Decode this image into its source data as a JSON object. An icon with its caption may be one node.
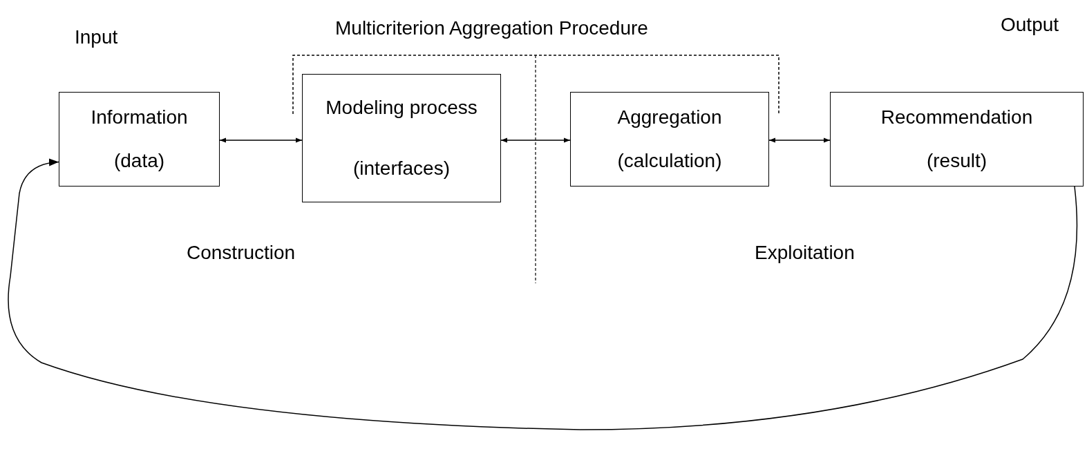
{
  "diagram": {
    "nodes": [
      {
        "text": [
          "Information",
          "(data)"
        ]
      },
      {
        "text": [
          "Modeling process",
          "(interfaces)"
        ]
      },
      {
        "text": [
          "Aggregation",
          "(calculation)"
        ]
      },
      {
        "text": [
          "Recommendation",
          "(result)"
        ]
      }
    ],
    "edges": [
      {
        "from": 0,
        "to": 1,
        "arrow": "both"
      },
      {
        "from": 1,
        "to": 2,
        "arrow": "both"
      },
      {
        "from": 2,
        "to": 3,
        "arrow": "both"
      },
      {
        "from": 3,
        "to": 0,
        "arrow": "to"
      }
    ],
    "labels": [
      "Input",
      "Multicriterion Aggregation Procedure",
      "Output",
      "Construction",
      "Exploitation"
    ]
  }
}
